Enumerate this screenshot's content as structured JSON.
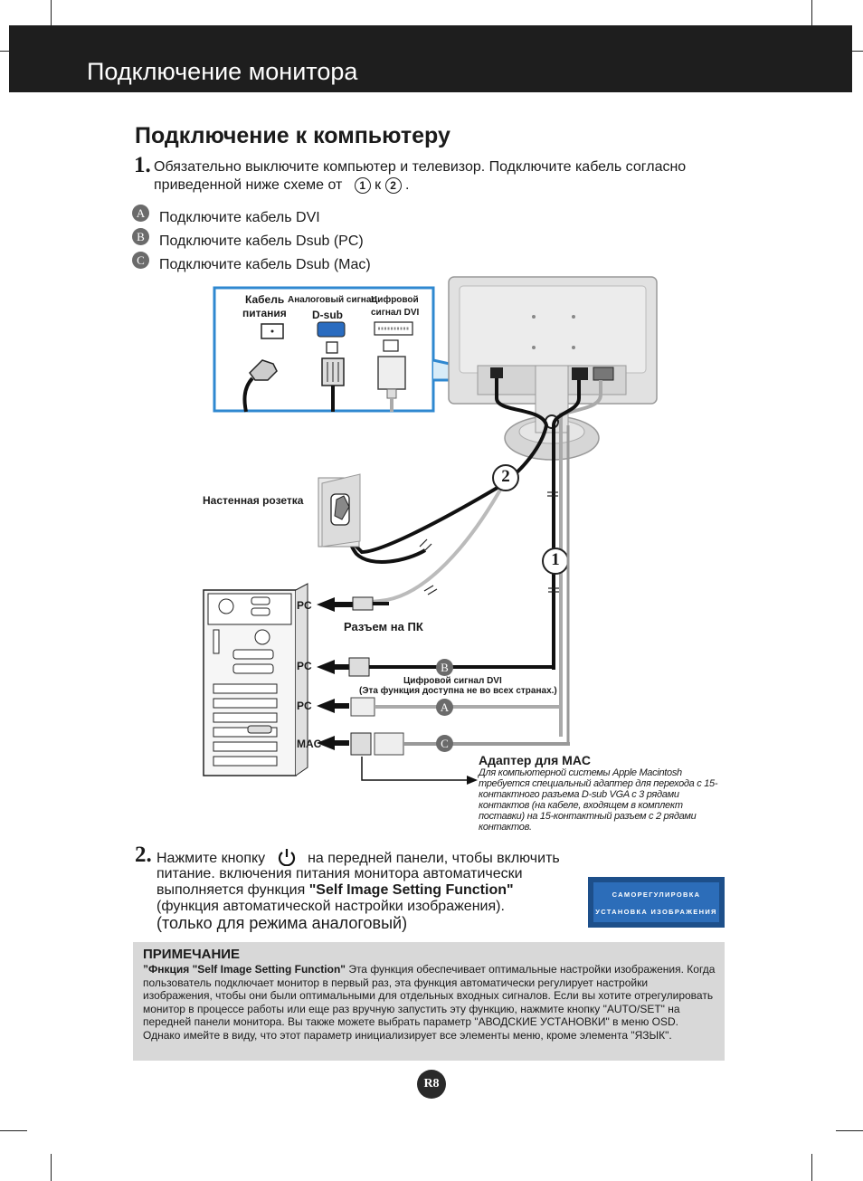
{
  "header": {
    "title": "Подключение монитора"
  },
  "section_title": "Подключение к компьютеру",
  "step1": {
    "number": "1.",
    "line1": "Обязательно выключите компьютер и телевизор. Подключите кабель согласно",
    "line2_prefix": "приведенной ниже схеме от",
    "circle1": "1",
    "connector": "к",
    "circle2": "2",
    "line2_suffix": "."
  },
  "cable_list": [
    {
      "badge": "A",
      "label": "Подключите кабель DVI"
    },
    {
      "badge": "B",
      "label": "Подключите кабель Dsub (PC)"
    },
    {
      "badge": "C",
      "label": "Подключите кабель Dsub (Mac)"
    }
  ],
  "diagram": {
    "power_label_1": "Кабель",
    "power_label_2": "питания",
    "analog_label_1": "Аналоговый сигнал",
    "analog_label_2": "D-sub",
    "digital_label_1": "Цифровой",
    "digital_label_2": "сигнал DVI",
    "wall_outlet": "Настенная розетка",
    "pc_port_label": "Разъем на ПК",
    "pc1": "PC",
    "pc2": "PC",
    "pc3": "PC",
    "mac": "MAC",
    "dvi_signal": "Цифровой сигнал DVI",
    "dvi_note": "(Эта функция доступна не во всех странах.)",
    "mark1": "1",
    "mark2": "2",
    "badge_a": "A",
    "badge_b": "B",
    "badge_c": "C",
    "mac_adapter_title": "Адаптер для MAC",
    "mac_adapter_desc": "Для компьютерной системы Apple Macintosh требуется специальный адаптер для перехода с 15-контактного разъема D-sub VGA с 3 рядами контактов (на кабеле, входящем в комплект поставки) на 15-контактный разъем с 2 рядами контактов."
  },
  "step2": {
    "number": "2.",
    "line1_prefix": "Нажмите кнопку",
    "line1_suffix": "на передней панели, чтобы включить",
    "line2": "питание. включения питания монитора автоматически",
    "line3_prefix": "выполняется функция",
    "line3_bold": "\"Self Image Setting Function\"",
    "line4": "(функция автоматической настройки изображения).",
    "line5": "(только для режима аналоговый)"
  },
  "osd": {
    "line1": "САМОРЕГУЛИРОВКА",
    "line2": "УСТАНОВКА ИЗОБРАЖЕНИЯ"
  },
  "note": {
    "title": "ПРИМЕЧАНИЕ",
    "lead_bold": "”Фнкция \"Self Image Setting Function\"",
    "text": " Эта функция обеспечивает оптимальные настройки изображения. Когда пользователь подключает монитор в первый раз, эта функция автоматически регулирует настройки изображения, чтобы они были оптимальными для отдельных входных сигналов. Если вы хотите отрегулировать монитор в процессе работы или еще раз вручную запустить эту функцию, нажмите кнопку \"AUTO/SET\" на передней панели монитора. Вы также можете выбрать параметр \"АВОДСКИЕ УСТАНОВКИ\" в меню OSD. Однако имейте в виду, что этот параметр инициализирует все элементы меню, кроме элемента \"ЯЗЫК\"."
  },
  "page_number": "R8"
}
